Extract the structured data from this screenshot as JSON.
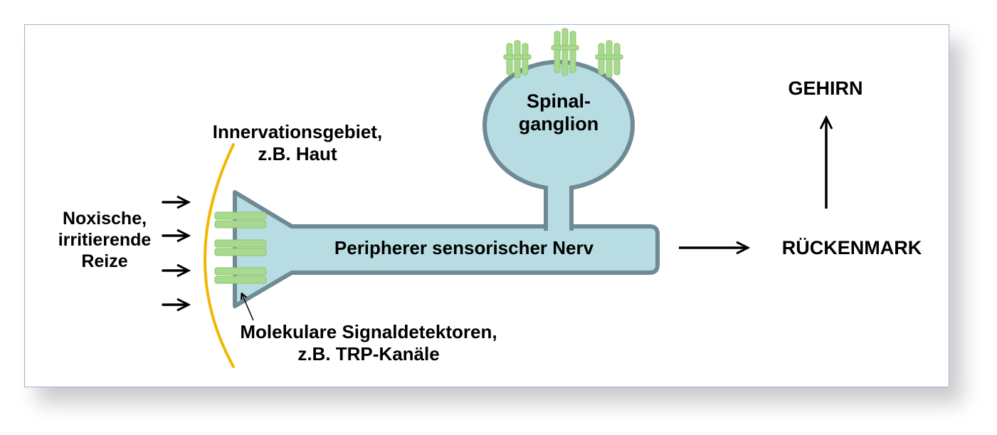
{
  "labels": {
    "stimuli": [
      "Noxische,",
      "irritierende",
      "Reize"
    ],
    "innervation": [
      "Innervationsgebiet,",
      "z.B. Haut"
    ],
    "ganglion": [
      "Spinal-",
      "ganglion"
    ],
    "nerve": "Peripherer sensorischer Nerv",
    "detectors": [
      "Molekulare Signaldetektoren,",
      "z.B. TRP-Kanäle"
    ],
    "spinal_cord": "RÜCKENMARK",
    "brain": "GEHIRN"
  },
  "colors": {
    "nerve_fill": "#b7dde3",
    "nerve_stroke": "#6f8a95",
    "skin_arc": "#f2b705",
    "channel": "#a9d98f",
    "channel_dark": "#8cc56f",
    "frame_border": "#9bb5d9"
  }
}
